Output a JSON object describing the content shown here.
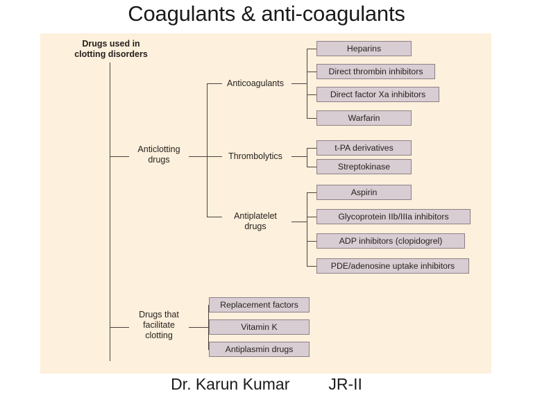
{
  "slide": {
    "title": "Coagulants & anti-coagulants",
    "panel_background": "#fdf0dc",
    "box_fill": "#d8cdd2",
    "box_border": "#8d8088",
    "line_color": "#4a423c"
  },
  "footer": {
    "presenter": "Dr. Karun Kumar",
    "designation": "JR-II"
  },
  "diagram": {
    "root": "Drugs used in\nclotting disorders",
    "branches": [
      {
        "label": "Anticlotting\ndrugs",
        "groups": [
          {
            "label": "Anticoagulants",
            "items": [
              "Heparins",
              "Direct thrombin inhibitors",
              "Direct factor Xa inhibitors",
              "Warfarin"
            ]
          },
          {
            "label": "Thrombolytics",
            "items": [
              "t-PA derivatives",
              "Streptokinase"
            ]
          },
          {
            "label": "Antiplatelet\ndrugs",
            "items": [
              "Aspirin",
              "Glycoprotein IIb/IIIa inhibitors",
              "ADP inhibitors (clopidogrel)",
              "PDE/adenosine uptake inhibitors"
            ]
          }
        ]
      },
      {
        "label": "Drugs that\nfacilitate\nclotting",
        "groups": [
          {
            "label": "",
            "items": [
              "Replacement factors",
              "Vitamin K",
              "Antiplasmin drugs"
            ]
          }
        ]
      }
    ]
  }
}
